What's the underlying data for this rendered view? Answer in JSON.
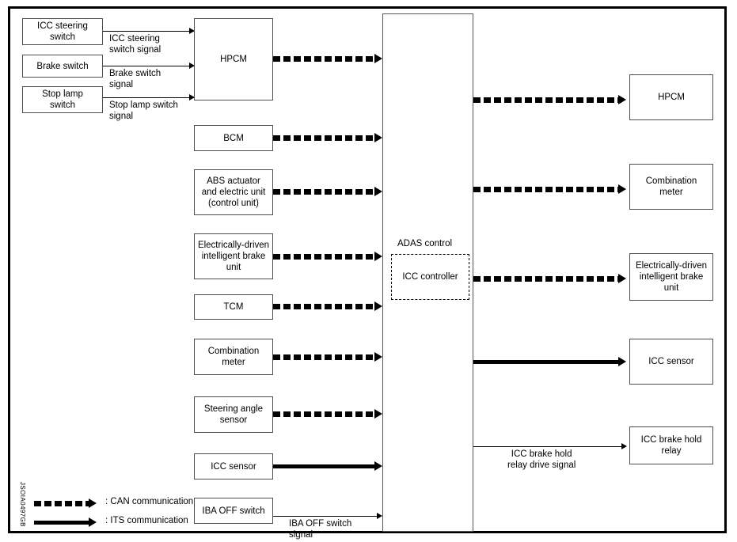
{
  "diagram": {
    "type": "block-diagram",
    "document_code": "JSOIA0497GB",
    "center": {
      "title": "ADAS control",
      "inner_module": "ICC controller"
    },
    "inputs_far_left": [
      {
        "label": "ICC steering\nswitch"
      },
      {
        "label": "Brake switch"
      },
      {
        "label": "Stop lamp\nswitch"
      }
    ],
    "inputs_far_left_signals": [
      {
        "label": "ICC steering\nswitch signal"
      },
      {
        "label": "Brake switch\nsignal"
      },
      {
        "label": "Stop lamp switch\nsignal"
      }
    ],
    "inputs_left": [
      {
        "label": "HPCM",
        "link": "CAN communication"
      },
      {
        "label": "BCM",
        "link": "CAN communication"
      },
      {
        "label": "ABS actuator\nand electric unit\n(control unit)",
        "link": "CAN communication"
      },
      {
        "label": "Electrically-driven\nintelligent brake\nunit",
        "link": "CAN communication"
      },
      {
        "label": "TCM",
        "link": "CAN communication"
      },
      {
        "label": "Combination\nmeter",
        "link": "CAN communication"
      },
      {
        "label": "Steering angle\nsensor",
        "link": "CAN communication"
      },
      {
        "label": "ICC sensor",
        "link": "ITS communication"
      },
      {
        "label": "IBA OFF switch",
        "link": "hard-wire"
      }
    ],
    "iba_signal_label": "IBA OFF switch\nsignal",
    "outputs_right": [
      {
        "label": "HPCM",
        "link": "CAN communication"
      },
      {
        "label": "Combination\nmeter",
        "link": "CAN communication"
      },
      {
        "label": "Electrically-driven\nintelligent brake\nunit",
        "link": "CAN communication"
      },
      {
        "label": "ICC sensor",
        "link": "ITS communication"
      },
      {
        "label": "ICC brake hold\nrelay",
        "link": "hard-wire"
      }
    ],
    "relay_signal_label": "ICC brake hold\nrelay drive signal",
    "legend": [
      {
        "symbol": "dashed-arrow",
        "text": ": CAN communication"
      },
      {
        "symbol": "solid-arrow",
        "text": ": ITS communication"
      }
    ],
    "colors": {
      "line": "#000000",
      "box_border": "#4d4d4d",
      "background": "#ffffff"
    }
  }
}
